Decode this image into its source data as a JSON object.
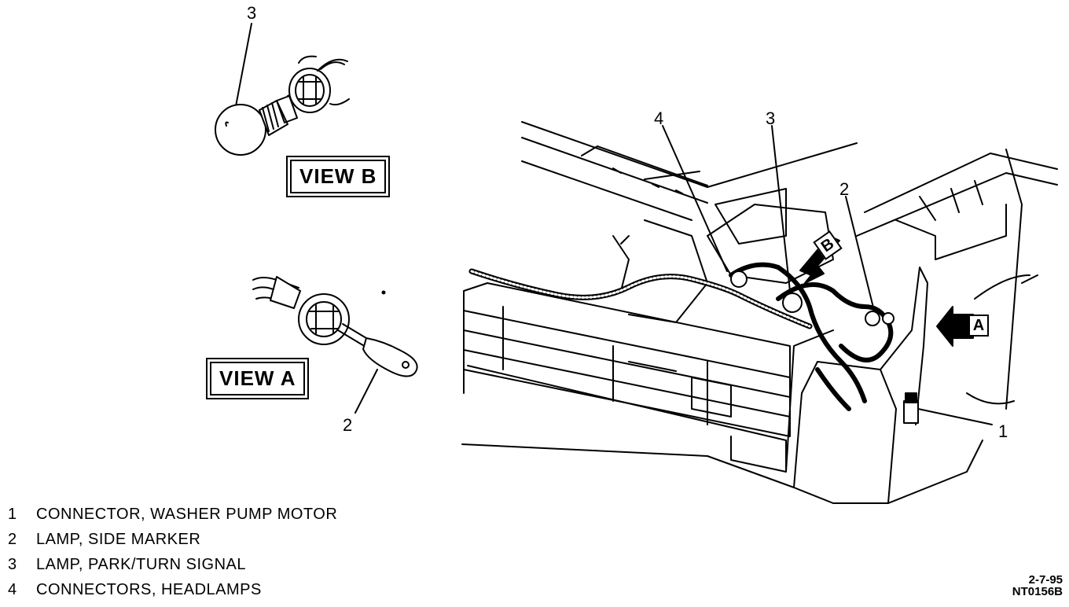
{
  "callouts": {
    "view_b_num": "3",
    "view_a_num": "2",
    "main_4": "4",
    "main_3": "3",
    "main_2": "2",
    "main_1": "1"
  },
  "views": {
    "view_b": "VIEW B",
    "view_a": "VIEW A",
    "arrow_b": "B",
    "arrow_a": "A"
  },
  "legend": [
    {
      "num": "1",
      "text": "CONNECTOR, WASHER PUMP MOTOR"
    },
    {
      "num": "2",
      "text": "LAMP, SIDE MARKER"
    },
    {
      "num": "3",
      "text": "LAMP, PARK/TURN SIGNAL"
    },
    {
      "num": "4",
      "text": "CONNECTORS, HEADLAMPS"
    }
  ],
  "code": {
    "line1": "2-7-95",
    "line2": "NT0156B"
  }
}
